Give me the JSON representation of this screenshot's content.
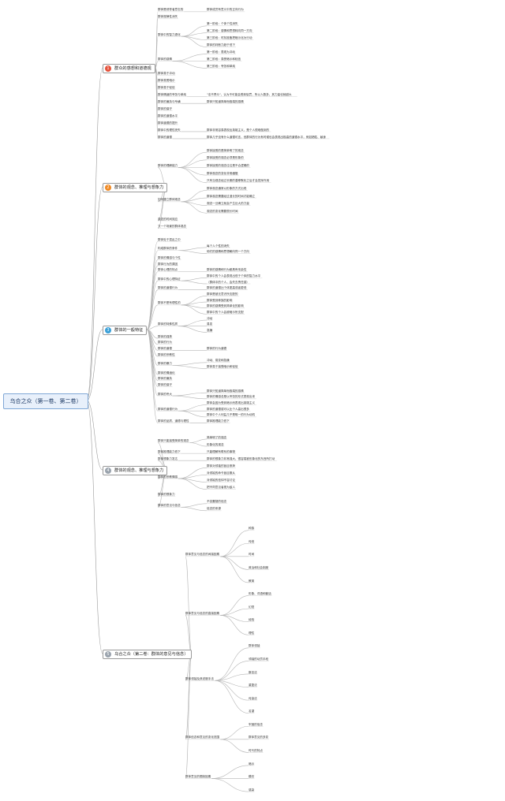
{
  "root": "乌合之众（第一卷、第二卷）",
  "accent_colors": [
    "#e5533d",
    "#f08a24",
    "#3aa0d8",
    "#9aa3ad",
    "#9aa3ad"
  ],
  "branches": [
    {
      "num": "1",
      "label": "群众的感想和道德观",
      "children": [
        {
          "t": "群体是领导者意志的",
          "c": [
            "群体成员有意义中的正向行为"
          ]
        },
        {
          "t": "群体规律性消失"
        },
        {
          "t": "群体中的智力退化",
          "c": [
            "第一阶段：个体个性消失",
            "第二阶段：感情和思想转向同一方向",
            "第三阶段：时刻准备把暗示化为行动",
            "群体的判断力趋于低下"
          ]
        },
        {
          "t": "群体的感情",
          "c": [
            "第一阶段：表现为冲动",
            "第二阶段：易受暗示和轻信",
            "第三阶段：夸张和单纯"
          ]
        },
        {
          "t": "群体易于冲动"
        },
        {
          "t": "群体易受暗示"
        },
        {
          "t": "群体易于轻信"
        },
        {
          "t": "群体情绪的夸张与单纯",
          "c": [
            "\"法不责众\"，认为不可能会受到惩罚，所以人数多，其力量也就越大"
          ]
        },
        {
          "t": "群体的偏执与专横",
          "c": [
            "群体只知道简单而极端的感情"
          ]
        },
        {
          "t": "群体的保守"
        },
        {
          "t": "群体的道德水平"
        },
        {
          "t": "群体道德的提升"
        },
        {
          "t": "群体中的理性丧失",
          "c": [
            "群体非常容易表现出英雄主义，是个人很难做到的"
          ]
        },
        {
          "t": "群体的道德",
          "c": [
            "群体几乎没有什么道德可言，但群体的行为有时候也会表现出极高的道德水平，例如牺牲、献身"
          ]
        }
      ]
    },
    {
      "num": "2",
      "label": "群体的观念、推理与想象力",
      "children": [
        {
          "t": "群体的理解能力",
          "c": [
            "群体接受的是简单明了的观念",
            "群体接受的观念必须是形象的",
            "群体接受的观念往往是不合逻辑的",
            "群体观念的变化非常缓慢",
            "只有当观念经过长期的潜移默化之后才会发挥作用"
          ]
        },
        {
          "t": "如何建立群体观念",
          "c": [
            "群体观念通常以形象的方式出现",
            "群体观念需要经过漫长的时间才能确立",
            "观念一旦确立就会产生巨大的力量",
            "观念的变化需要很长时间"
          ]
        },
        {
          "t": "观念的时间效应"
        },
        {
          "t": "又一个场景的群体观念"
        }
      ]
    },
    {
      "num": "3",
      "label": "群体的一般特征",
      "children": [
        {
          "t": "群体处于混乱之中"
        },
        {
          "t": "构成群体的条件",
          "c": [
            "每个人个性的消失",
            "他们的感情和思想朝向同一个方向"
          ]
        },
        {
          "t": "群体的情感与个性"
        },
        {
          "t": "群体行为的原因"
        },
        {
          "t": "群体心理的特点",
          "c": [
            "群体的感情和行为都具有传染性"
          ]
        },
        {
          "t": "群体中的心理特征",
          "c": [
            "群体中的个人会表现出低于个体的智力水平",
            "（群体中的个人，会失去责任感）"
          ]
        },
        {
          "t": "群体的道德行为",
          "c": [
            "群体的道德比个体更高或者更低"
          ]
        },
        {
          "t": "群体不是有理性的",
          "c": [
            "群体是被无意识所支配的",
            "群体受到种族的影响",
            "群体的感情受到简单化的影响",
            "群体中的个人会被暗示所支配"
          ]
        },
        {
          "t": "群体的特殊性质",
          "c": [
            "冲动",
            "易变",
            "急躁"
          ]
        },
        {
          "t": "群体的强势"
        },
        {
          "t": "群体的行为"
        },
        {
          "t": "群体的道德",
          "c": [
            "群体的行为道德"
          ]
        },
        {
          "t": "群体的宗教性"
        },
        {
          "t": "群体的暴力",
          "c": [
            "冲动、易变和急躁",
            "群体易于接受暗示和轻信"
          ]
        },
        {
          "t": "群体的情绪化"
        },
        {
          "t": "群体的偏执"
        },
        {
          "t": "群体的保守"
        },
        {
          "t": "群体的夸大",
          "c": [
            "群体只知道简单而极端的感情",
            "群体的情感总是以夸张的形式表现出来"
          ]
        },
        {
          "t": "群体的道德行为",
          "c": [
            "群体会因为受到暗示而表现出英雄主义",
            "群体的道德感可以比个人高出很多",
            "群体中个人利益几乎是唯一的行为动机"
          ]
        },
        {
          "t": "群体的品质、道德与理性",
          "c": [
            "群体推理能力低下"
          ]
        }
      ]
    },
    {
      "num": "4",
      "label": "群体的观念、推理与想象力",
      "children": [
        {
          "t": "群体只能接受简单的观念",
          "c": [
            "简单明了的观念",
            "形象化的观念"
          ]
        },
        {
          "t": "群体推理能力低下",
          "c": [
            "只能理解有联系的事物"
          ]
        },
        {
          "t": "群体想象力发达",
          "c": [
            "群体的想象力非常强大，很容易被形象化的东西所打动"
          ]
        },
        {
          "t": "群体的宗教情感",
          "c": [
            "群体对领袖的盲目崇拜",
            "对领袖的命令盲目服从",
            "对领袖的信仰不容讨论",
            "把不同意见者视为敌人"
          ]
        },
        {
          "t": "群体的想象力"
        },
        {
          "t": "群体的意见与信念",
          "c": [
            "不容置疑的信念",
            "信念的来源"
          ]
        }
      ]
    },
    {
      "num": "5",
      "label": "乌合之众（第二卷：群体的意见与信念）",
      "children": [
        {
          "t": "群体意见与信念的间接因素",
          "c": [
            "种族",
            "传统",
            "时间",
            "政治和社会制度",
            "教育"
          ]
        },
        {
          "t": "群体意见与信念的直接因素",
          "c": [
            "形象、词语和套话",
            "幻觉",
            "经验",
            "理性"
          ]
        },
        {
          "t": "群体领袖及其说服手法",
          "c": [
            "群体领袖",
            "领袖的动员手段",
            "断言法",
            "重复法",
            "传染法",
            "名望"
          ]
        },
        {
          "t": "群体信念和意见的变化范围",
          "c": [
            "牢固的信念",
            "群体意见的多变",
            "时代的特点"
          ]
        },
        {
          "t": "群体意见的限制因素",
          "c": [
            "暗示",
            "模仿",
            "感染"
          ]
        }
      ]
    }
  ]
}
